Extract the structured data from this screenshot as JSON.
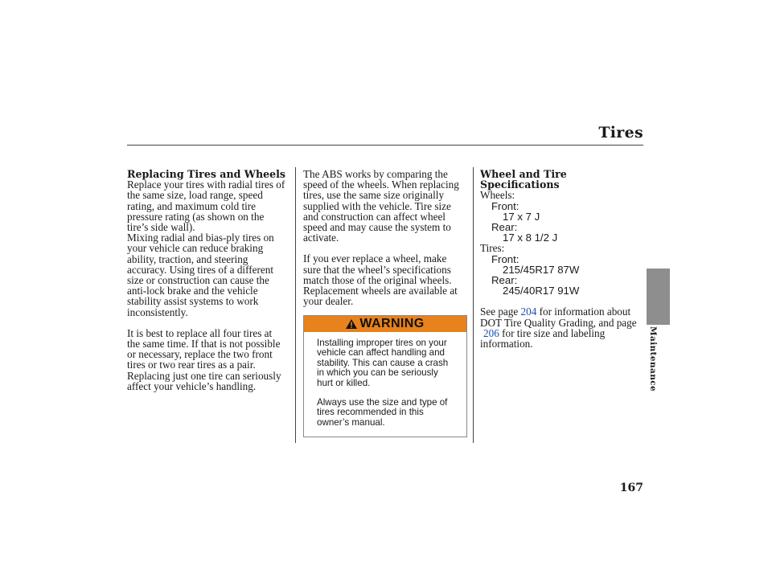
{
  "page": {
    "title": "Tires",
    "page_number": "167",
    "section_tab": "Maintenance"
  },
  "left": {
    "heading": "Replacing Tires and Wheels",
    "p1": [
      "Replace your tires with radial tires of",
      "the same size, load range, speed",
      "rating, and maximum cold tire",
      "pressure rating (as shown on the",
      "tire’s side wall)."
    ],
    "p2": [
      "Mixing radial and bias-ply tires on",
      "your vehicle can reduce braking",
      "ability, traction, and steering",
      "accuracy. Using tires of a different",
      "size or construction can cause the",
      "anti-lock brake and the vehicle",
      "stability assist systems to work",
      "inconsistently."
    ],
    "p3": [
      "It is best to replace all four tires at",
      "the same time. If that is not possible",
      "or necessary, replace the two front",
      "tires or two rear tires as a pair.",
      "Replacing just one tire can seriously",
      "affect your vehicle’s handling."
    ]
  },
  "middle": {
    "p1": [
      "The ABS works by comparing the",
      "speed of the wheels. When replacing",
      "tires, use the same size originally",
      "supplied with the vehicle. Tire size",
      "and construction can affect wheel",
      "speed and may cause the system to",
      "activate."
    ],
    "p2": [
      "If you ever replace a wheel, make",
      "sure that the wheel’s specifications",
      "match those of the original wheels.",
      "Replacement wheels are available at",
      "your dealer."
    ],
    "warning": {
      "title": "WARNING",
      "p1": [
        "Installing improper tires on your",
        "vehicle can affect handling and",
        "stability. This can cause a crash",
        "in which you can be seriously",
        "hurt or killed."
      ],
      "p2": [
        "Always use the size and type of",
        "tires recommended in this",
        "owner’s manual."
      ]
    }
  },
  "right": {
    "heading": "Wheel and Tire Specifications",
    "wheels_label": "Wheels:",
    "wheels_front_label": "Front:",
    "wheels_front_value": "17 x 7 J",
    "wheels_rear_label": "Rear:",
    "wheels_rear_value": "17 x 8 1/2 J",
    "tires_label": "Tires:",
    "tires_front_label": "Front:",
    "tires_front_value": "215/45R17 87W",
    "tires_rear_label": "Rear:",
    "tires_rear_value": "245/40R17 91W",
    "see_a": "See page ",
    "link1": "204",
    "see_b": " for information about",
    "see_line2": "DOT Tire Quality Grading, and page",
    "link2": "206",
    "see_c": " for tire size and labeling",
    "see_line4": "information."
  }
}
